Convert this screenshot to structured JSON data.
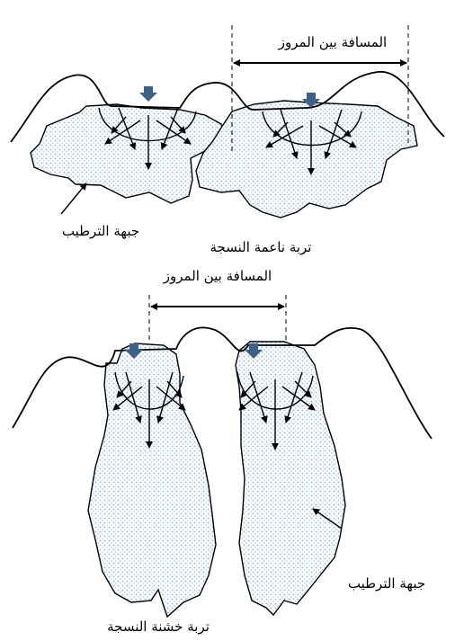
{
  "top_diagram": {
    "spacing_label": "المسافة بين المروز",
    "wetting_front_label": "جبهة الترطيب",
    "soil_label": "تربة ناعمة النسجة"
  },
  "bottom_diagram": {
    "spacing_label": "المسافة بين المروز",
    "wetting_front_label": "جبهة الترطيب",
    "soil_label": "تربة خشنة النسجة"
  },
  "colors": {
    "wetted_fill_dot": "#9dbde0",
    "water_arrow": "#3e5f86"
  }
}
